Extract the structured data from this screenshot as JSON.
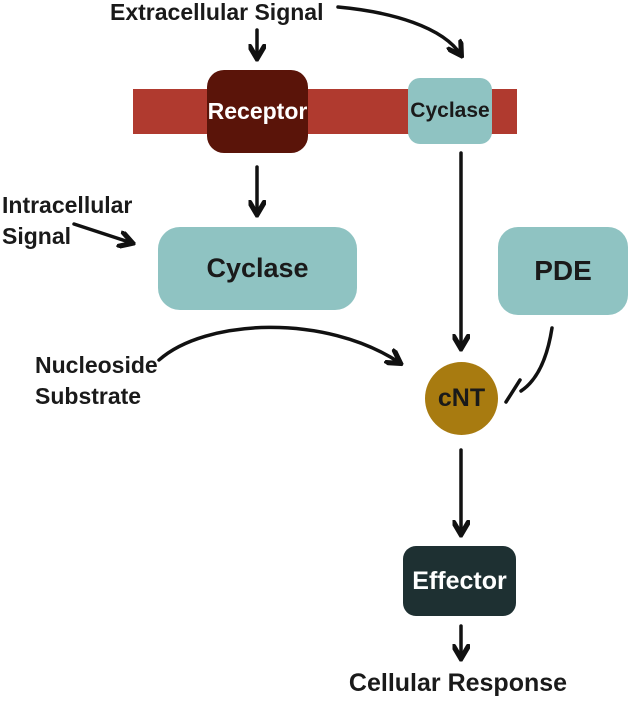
{
  "figure": {
    "type": "signaling-pathway-diagram",
    "labels": {
      "extracellular_signal": "Extracellular Signal",
      "intracellular_signal_line1": "Intracellular",
      "intracellular_signal_line2": "Signal",
      "nucleoside_substrate_line1": "Nucleoside",
      "nucleoside_substrate_line2": "Substrate",
      "cellular_response": "Cellular Response"
    },
    "nodes": {
      "receptor": {
        "label": "Receptor",
        "shape": "rounded-rect",
        "fill": "#5a1409",
        "text_color": "#ffffff"
      },
      "membrane_cyclase": {
        "label": "Cyclase",
        "shape": "rounded-rect",
        "fill": "#8fc3c2",
        "text_color": "#1a1a1a"
      },
      "cyclase": {
        "label": "Cyclase",
        "shape": "rounded-rect",
        "fill": "#8fc3c2",
        "text_color": "#1a1a1a"
      },
      "pde": {
        "label": "PDE",
        "shape": "rounded-rect",
        "fill": "#8fc3c2",
        "text_color": "#1a1a1a"
      },
      "cnt": {
        "label": "cNT",
        "shape": "circle",
        "fill": "#a87b10",
        "text_color": "#1a1a1a"
      },
      "effector": {
        "label": "Effector",
        "shape": "rounded-rect",
        "fill": "#1e3032",
        "text_color": "#ffffff"
      }
    },
    "edges": [
      {
        "from": "extracellular-signal",
        "to": "receptor",
        "type": "arrow"
      },
      {
        "from": "extracellular-signal",
        "to": "membrane-cyclase",
        "type": "arrow"
      },
      {
        "from": "receptor",
        "to": "cyclase",
        "type": "arrow"
      },
      {
        "from": "intracellular-signal",
        "to": "cyclase",
        "type": "arrow"
      },
      {
        "from": "membrane-cyclase",
        "to": "cnt",
        "type": "arrow"
      },
      {
        "from": "nucleoside-substrate",
        "to": "cnt",
        "type": "curved-arrow"
      },
      {
        "from": "pde",
        "to": "cnt",
        "type": "inhibition-tbar"
      },
      {
        "from": "cnt",
        "to": "effector",
        "type": "arrow"
      },
      {
        "from": "effector",
        "to": "cellular-response",
        "type": "arrow"
      }
    ]
  },
  "colors": {
    "teal": "#8fc3c2",
    "membrane_red": "#b03a2f",
    "receptor_maroon": "#5a1409",
    "cnt_gold": "#a87b10",
    "effector_dark": "#1e3032",
    "arrow_black": "#111111",
    "text_black": "#1a1a1a",
    "white": "#ffffff"
  }
}
